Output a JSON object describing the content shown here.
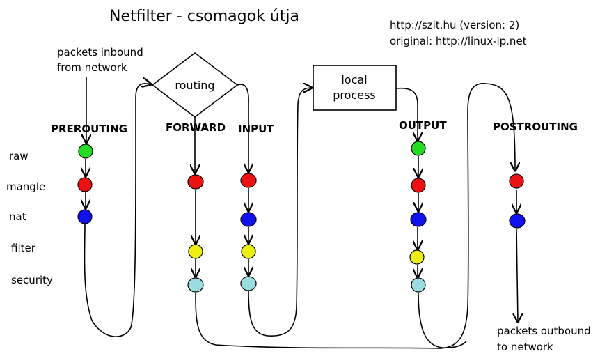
{
  "title": "Netfilter - csomagok útja",
  "credits": {
    "line1": "http://szit.hu (version: 2)",
    "line2": "original: http://linux-ip.net"
  },
  "inbound": {
    "line1": "packets inbound",
    "line2": "from network"
  },
  "outbound": {
    "line1": "packets outbound",
    "line2": "to network"
  },
  "routing_label": "routing",
  "local_process": {
    "line1": "local",
    "line2": "process"
  },
  "hooks": {
    "prerouting": "PREROUTING",
    "forward": "FORWARD",
    "input": "INPUT",
    "output": "OUTPUT",
    "postrouting": "POSTROUTING"
  },
  "tables": {
    "raw": "raw",
    "mangle": "mangle",
    "nat": "nat",
    "filter": "filter",
    "security": "security"
  },
  "colors": {
    "raw": "#22dd22",
    "mangle": "#ee1111",
    "nat": "#1111ee",
    "filter": "#eeee11",
    "security": "#99dde0"
  }
}
